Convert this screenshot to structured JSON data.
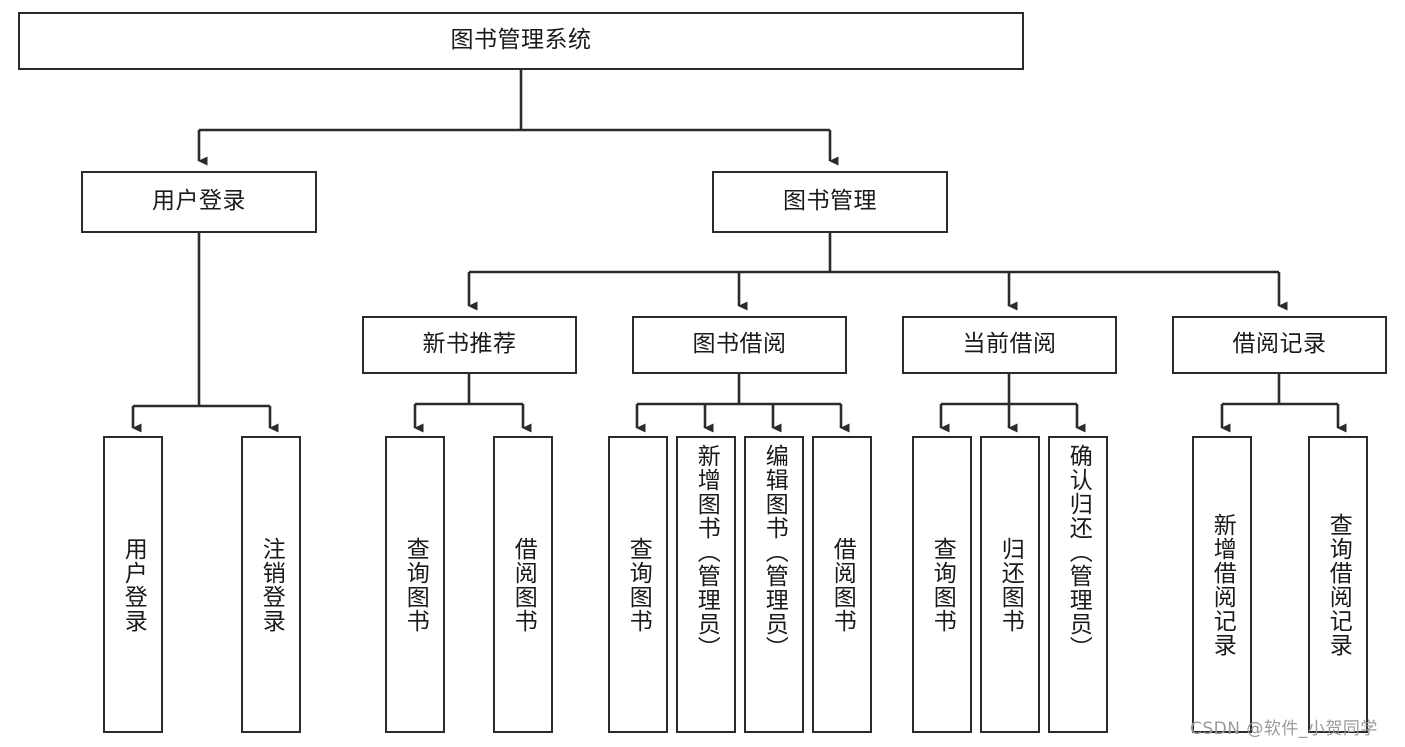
{
  "diagram": {
    "title": "图书管理系统",
    "type": "tree-hierarchy-diagram",
    "watermark": "CSDN @软件_小贺同学",
    "colors": {
      "border": "#2b2b2b",
      "background": "#ffffff",
      "text": "#1a1a1a",
      "watermark": "#9a9a9a"
    },
    "root": {
      "label": "图书管理系统"
    },
    "level2": [
      {
        "id": "user-login",
        "label": "用户登录"
      },
      {
        "id": "book-management",
        "label": "图书管理"
      }
    ],
    "level3": [
      {
        "id": "new-book-recommend",
        "label": "新书推荐"
      },
      {
        "id": "book-borrow",
        "label": "图书借阅"
      },
      {
        "id": "current-borrow",
        "label": "当前借阅"
      },
      {
        "id": "borrow-record",
        "label": "借阅记录"
      }
    ],
    "leaves": {
      "user_login": [
        {
          "id": "leaf-user-login",
          "label": "用户登录"
        },
        {
          "id": "leaf-logout-login",
          "label": "注销登录"
        }
      ],
      "new_book_recommend": [
        {
          "id": "leaf-query-book-1",
          "label": "查询图书"
        },
        {
          "id": "leaf-borrow-book-1",
          "label": "借阅图书"
        }
      ],
      "book_borrow": [
        {
          "id": "leaf-query-book-2",
          "label": "查询图书"
        },
        {
          "id": "leaf-add-book",
          "label": "新增图书（管理员）"
        },
        {
          "id": "leaf-edit-book",
          "label": "编辑图书（管理员）"
        },
        {
          "id": "leaf-borrow-book-2",
          "label": "借阅图书"
        }
      ],
      "current_borrow": [
        {
          "id": "leaf-query-book-3",
          "label": "查询图书"
        },
        {
          "id": "leaf-return-book",
          "label": "归还图书"
        },
        {
          "id": "leaf-confirm-return",
          "label": "确认归还（管理员）"
        }
      ],
      "borrow_record": [
        {
          "id": "leaf-add-record",
          "label": "新增借阅记录"
        },
        {
          "id": "leaf-query-record",
          "label": "查询借阅记录"
        }
      ]
    }
  }
}
